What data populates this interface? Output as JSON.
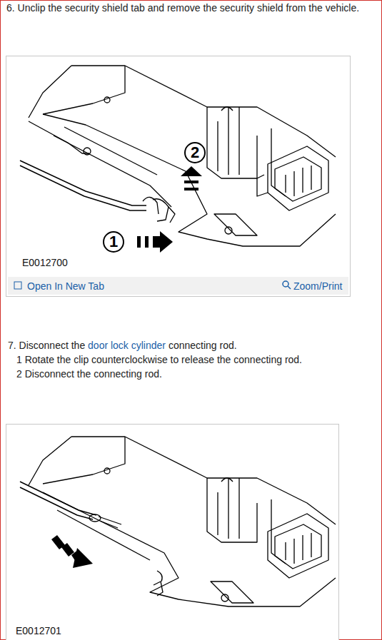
{
  "diagram": {
    "nodes": [
      {
        "text": [
          "2"
        ]
      },
      {
        "text": [
          "1"
        ]
      }
    ],
    "labels": [
      "6. Unclip the security shield tab and remove the security shield from the vehicle.",
      "E0012700",
      "Open In New Tab",
      "Zoom/Print",
      "7. Disconnect the",
      "door lock cylinder",
      "connecting rod.",
      "1  Rotate the clip counterclockwise to release the connecting rod.",
      "2  Disconnect the connecting rod.",
      "E0012701"
    ]
  }
}
